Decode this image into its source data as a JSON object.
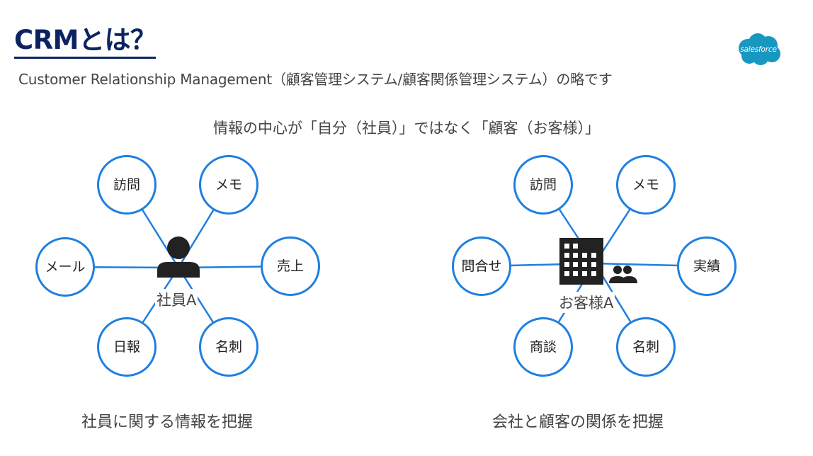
{
  "slide": {
    "title": "CRMとは？",
    "subtitle": "Customer Relationship Management（顧客管理システム/顧客関係管理システム）の略です",
    "logo_text": "salesforce",
    "lead": "情報の中心が「自分（社員）」ではなく「顧客（お客様）」"
  },
  "left_diagram": {
    "center_icon": "person-icon",
    "center_label": "社員A",
    "nodes": [
      "訪問",
      "メモ",
      "メール",
      "売上",
      "日報",
      "名刺"
    ],
    "caption": "社員に関する情報を把握"
  },
  "right_diagram": {
    "center_icon": "building-with-people-icon",
    "center_label": "お客様A",
    "nodes": [
      "訪問",
      "メモ",
      "問合せ",
      "実績",
      "商談",
      "名刺"
    ],
    "caption": "会社と顧客の関係を把握"
  },
  "colors": {
    "title": "#0b2461",
    "node_border": "#1f7fe0",
    "line": "#1f7fe0",
    "icon": "#222222",
    "logo": "#1798c1"
  }
}
